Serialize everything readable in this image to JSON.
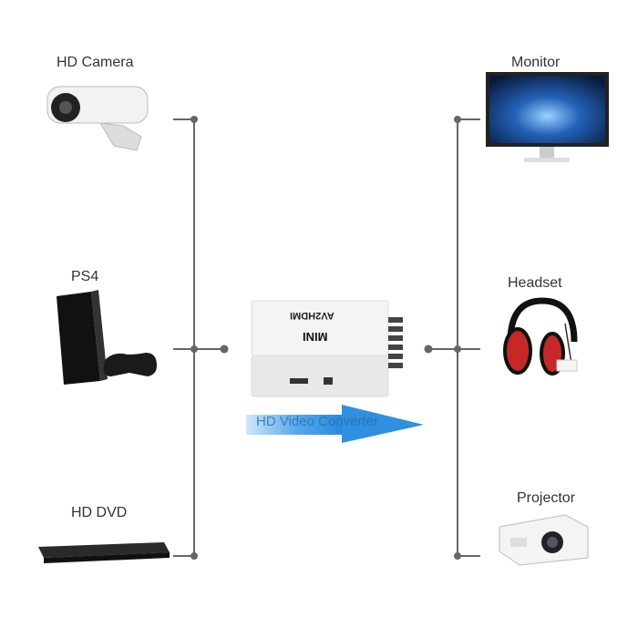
{
  "inputs": [
    {
      "label": "HD Camera",
      "icon": "security-camera-icon"
    },
    {
      "label": "PS4",
      "icon": "game-console-icon"
    },
    {
      "label": "HD DVD",
      "icon": "dvd-player-icon"
    }
  ],
  "outputs": [
    {
      "label": "Monitor",
      "icon": "monitor-icon"
    },
    {
      "label": "Headset",
      "icon": "headphones-icon"
    },
    {
      "label": "Projector",
      "icon": "projector-icon"
    }
  ],
  "converter": {
    "brand": "AV2HDMI",
    "model": "MINI",
    "arrow_label": "HD Video Converter",
    "arrow_color": "#2f8fe0"
  },
  "colors": {
    "line": "#666666",
    "text": "#333333"
  }
}
